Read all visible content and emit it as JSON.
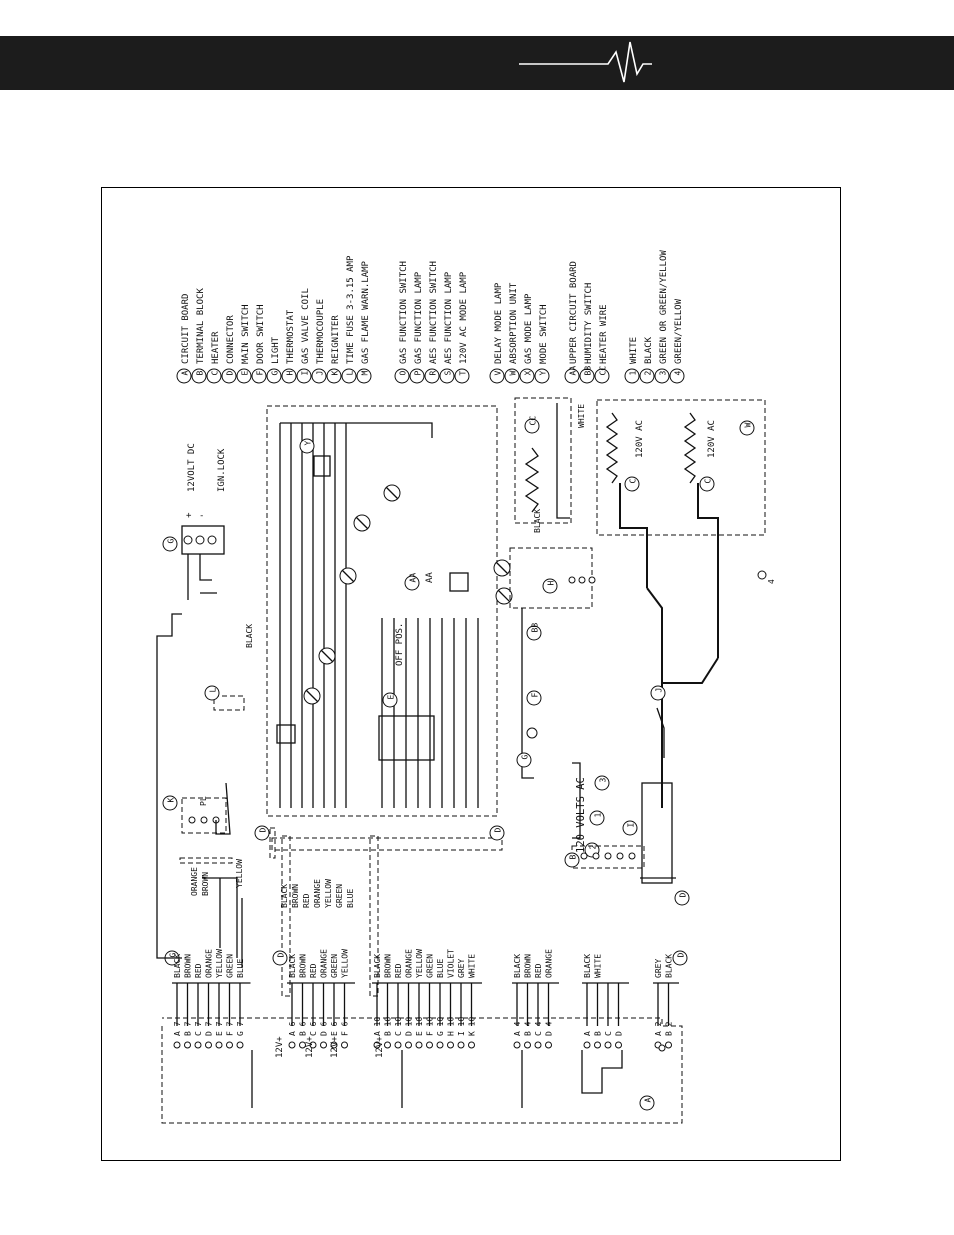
{
  "legend": {
    "items": [
      {
        "key": "A",
        "text": "CIRCUIT BOARD"
      },
      {
        "key": "B",
        "text": "TERMINAL BLOCK"
      },
      {
        "key": "C",
        "text": "HEATER"
      },
      {
        "key": "D",
        "text": "CONNECTOR"
      },
      {
        "key": "E",
        "text": "MAIN SWITCH"
      },
      {
        "key": "F",
        "text": "DOOR SWITCH"
      },
      {
        "key": "G",
        "text": "LIGHT"
      },
      {
        "key": "H",
        "text": "THERMOSTAT"
      },
      {
        "key": "I",
        "text": "GAS VALVE COIL"
      },
      {
        "key": "J",
        "text": "THERMOCOUPLE"
      },
      {
        "key": "K",
        "text": "REIGNITER"
      },
      {
        "key": "L",
        "text": "TIME FUSE 3-3.15 AMP"
      },
      {
        "key": "M",
        "text": "GAS FLAME WARN.LAMP"
      },
      {
        "key": "O",
        "text": "GAS FUNCTION SWITCH"
      },
      {
        "key": "P",
        "text": "GAS FUNCTION LAMP"
      },
      {
        "key": "R",
        "text": "AES FUNCTION SWITCH"
      },
      {
        "key": "S",
        "text": "AES FUNCTION LAMP"
      },
      {
        "key": "T",
        "text": "120V AC MODE LAMP"
      },
      {
        "key": "V",
        "text": "DELAY MODE LAMP"
      },
      {
        "key": "W",
        "text": "ABSORPTION UNIT"
      },
      {
        "key": "X",
        "text": "GAS MODE LAMP"
      },
      {
        "key": "Y",
        "text": "MODE SWITCH"
      },
      {
        "key": "AA",
        "text": "UPPER CIRCUIT BOARD"
      },
      {
        "key": "BB",
        "text": "HUMIDITY SWITCH"
      },
      {
        "key": "CC",
        "text": "HEATER WIRE"
      },
      {
        "key": "1",
        "text": "WHITE"
      },
      {
        "key": "2",
        "text": "BLACK"
      },
      {
        "key": "3",
        "text": "GREEN OR GREEN/YELLOW"
      },
      {
        "key": "4",
        "text": "GREEN/YELLOW"
      }
    ]
  },
  "diagram": {
    "label_12v_dc": "12VOLT DC",
    "label_ign_lock": "IGN.LOCK",
    "label_off_pos": "OFF POS.",
    "label_120v_ac_supply": "120 VOLTS AC",
    "label_heater_1": "120V AC",
    "label_heater_2": "120V AC",
    "label_plus": "+",
    "label_minus": "-",
    "label_pl": "PL",
    "label_12v_plus": "12V+",
    "wire_black": "BLACK",
    "wire_white": "WHITE",
    "wire_orange": "ORANGE",
    "wire_brown": "BROWN",
    "wire_yellow": "YELLOW",
    "pin_groups": [
      {
        "pins": [
          "A 7",
          "B 7",
          "C 7",
          "D 7",
          "E 7",
          "F 7",
          "G 7"
        ],
        "wires": [
          "BLACK",
          "BROWN",
          "RED",
          "ORANGE",
          "YELLOW",
          "GREEN",
          "BLUE"
        ]
      },
      {
        "pins": [
          "A 6",
          "B 6",
          "C 6",
          "D 6",
          "E 6",
          "F 6"
        ],
        "wires": [
          "BLACK",
          "BROWN",
          "RED",
          "ORANGE",
          "GREEN",
          "YELLOW"
        ]
      },
      {
        "pins": [
          "A 10",
          "B 10",
          "C 10",
          "D 10",
          "E 10",
          "F 10",
          "G 10",
          "H 10",
          "I 10",
          "K 10"
        ],
        "wires": [
          "BLACK",
          "BROWN",
          "RED",
          "ORANGE",
          "YELLOW",
          "GREEN",
          "BLUE",
          "VIOLET",
          "GREY",
          "WHITE"
        ]
      },
      {
        "pins": [
          "A 4",
          "B 4",
          "C 4",
          "D 4"
        ],
        "wires": [
          "BLACK",
          "BROWN",
          "RED",
          "ORANGE"
        ]
      },
      {
        "pins": [
          "A",
          "B",
          "C",
          "D"
        ],
        "wires": [
          "BLACK",
          "WHITE",
          "",
          ""
        ]
      },
      {
        "pins": [
          "A 2",
          "B 2"
        ],
        "wires": [
          "GREY",
          "BLACK"
        ]
      }
    ],
    "upper_board_wires_1": [
      "BLACK",
      "BROWN",
      "RED",
      "ORANGE",
      "YELLOW",
      "GREEN",
      "BLUE"
    ],
    "colors": {
      "ink": "#111111",
      "banner": "#1c1c1c",
      "paper": "#ffffff"
    }
  }
}
